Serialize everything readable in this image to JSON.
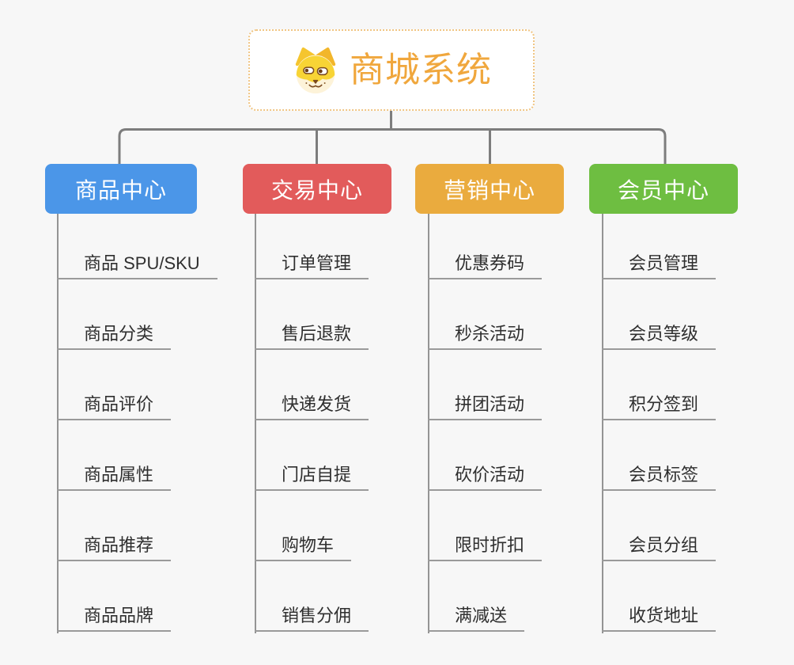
{
  "root": {
    "title": "商城系统",
    "icon": "shiba-dog-icon"
  },
  "branches": [
    {
      "id": "product-center",
      "label": "商品中心",
      "color": "#4b96e8",
      "items": [
        "商品 SPU/SKU",
        "商品分类",
        "商品评价",
        "商品属性",
        "商品推荐",
        "商品品牌"
      ]
    },
    {
      "id": "trade-center",
      "label": "交易中心",
      "color": "#e25b5b",
      "items": [
        "订单管理",
        "售后退款",
        "快递发货",
        "门店自提",
        "购物车",
        "销售分佣"
      ]
    },
    {
      "id": "marketing-center",
      "label": "营销中心",
      "color": "#eaab3e",
      "items": [
        "优惠券码",
        "秒杀活动",
        "拼团活动",
        "砍价活动",
        "限时折扣",
        "满减送"
      ]
    },
    {
      "id": "member-center",
      "label": "会员中心",
      "color": "#6ebe41",
      "items": [
        "会员管理",
        "会员等级",
        "积分签到",
        "会员标签",
        "会员分组",
        "收货地址"
      ]
    }
  ],
  "palette": {
    "background": "#f7f7f7",
    "connector_line": "#7d7d7d",
    "item_underline": "#9a9a9a",
    "item_text": "#2f2f2f",
    "root_text_orange": "#f0a73d",
    "root_border_orange": "#f0c583"
  }
}
